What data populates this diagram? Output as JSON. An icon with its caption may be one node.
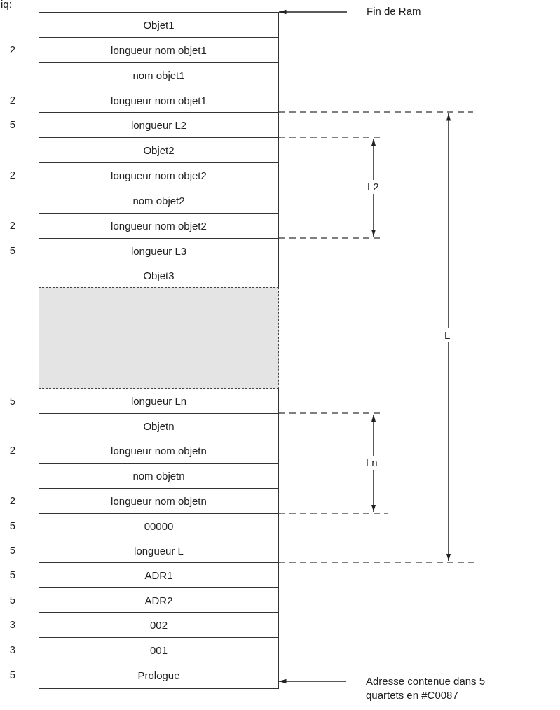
{
  "diagram": {
    "nodes": [
      {
        "text": [
          "Objet1"
        ]
      },
      {
        "text": [
          "longueur nom objet1"
        ],
        "beside": [
          "2"
        ]
      },
      {
        "text": [
          "nom objet1"
        ]
      },
      {
        "text": [
          "longueur nom objet1"
        ],
        "beside": [
          "2"
        ]
      },
      {
        "text": [
          "longueur L2"
        ],
        "beside": [
          "5"
        ]
      },
      {
        "text": [
          "Objet2"
        ]
      },
      {
        "text": [
          "longueur nom objet2"
        ],
        "beside": [
          "2"
        ]
      },
      {
        "text": [
          "nom objet2"
        ]
      },
      {
        "text": [
          "longueur nom objet2"
        ],
        "beside": [
          "2"
        ]
      },
      {
        "text": [
          "longueur L3"
        ],
        "beside": [
          "5"
        ]
      },
      {
        "text": [
          "Objet3"
        ]
      },
      {
        "text": [],
        "shape": "box"
      },
      {
        "text": [
          "longueur Ln"
        ],
        "beside": [
          "5"
        ]
      },
      {
        "text": [
          "Objetn"
        ]
      },
      {
        "text": [
          "longueur nom objetn"
        ],
        "beside": [
          "2"
        ]
      },
      {
        "text": [
          "nom objetn"
        ]
      },
      {
        "text": [
          "longueur nom objetn"
        ],
        "beside": [
          "2"
        ]
      },
      {
        "text": [
          "00000"
        ],
        "beside": [
          "5"
        ]
      },
      {
        "text": [
          "longueur L"
        ],
        "beside": [
          "5"
        ]
      },
      {
        "text": [
          "ADR1"
        ],
        "beside": [
          "5"
        ]
      },
      {
        "text": [
          "ADR2"
        ],
        "beside": [
          "5"
        ]
      },
      {
        "text": [
          "002"
        ],
        "beside": [
          "3"
        ]
      },
      {
        "text": [
          "001"
        ],
        "beside": [
          "3"
        ]
      },
      {
        "text": [
          "Prologue"
        ],
        "beside": [
          "5"
        ]
      },
      {
        "text": [
          "Fin de Ram"
        ]
      },
      {
        "text": [
          "Adresse contenue dans 5 quartets en #C0087"
        ]
      }
    ],
    "edges": [
      {
        "from": 24,
        "to": 0,
        "arrow": "to"
      },
      {
        "from": 25,
        "to": 23,
        "arrow": "to"
      }
    ],
    "labels": [
      "iq:",
      "L2",
      "L",
      "Ln"
    ]
  }
}
